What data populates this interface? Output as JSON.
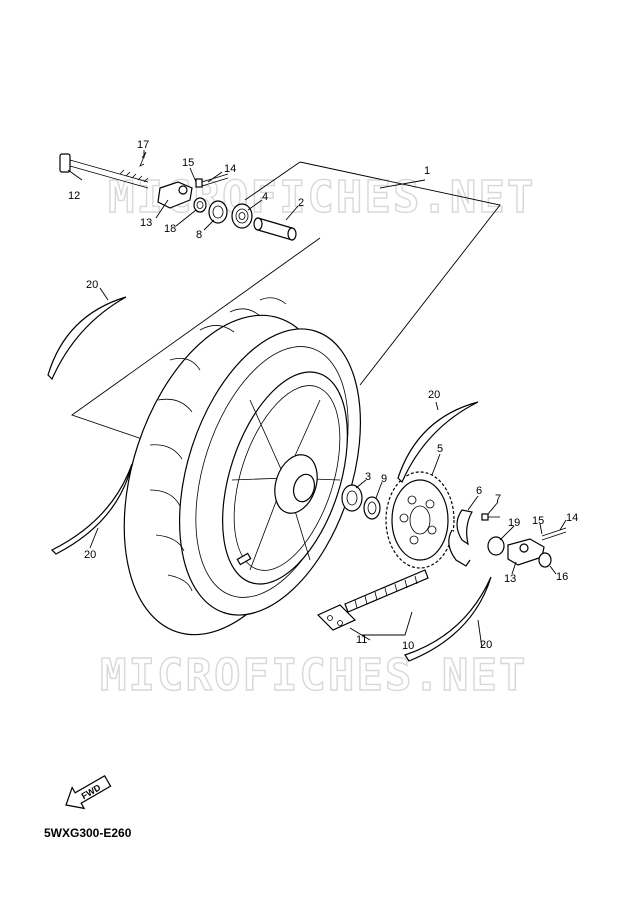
{
  "watermark": "MICROFICHES.NET",
  "diagram_code": "5WXG300-E260",
  "direction_label": "FWD",
  "callouts": {
    "c1": "1",
    "c2": "2",
    "c3": "3",
    "c4": "4",
    "c5": "5",
    "c6": "6",
    "c7": "7",
    "c8": "8",
    "c9": "9",
    "c10": "10",
    "c11": "11",
    "c12": "12",
    "c13a": "13",
    "c13b": "13",
    "c14a": "14",
    "c14b": "14",
    "c15a": "15",
    "c15b": "15",
    "c16": "16",
    "c17": "17",
    "c18": "18",
    "c19": "19",
    "c20a": "20",
    "c20b": "20",
    "c20c": "20",
    "c20d": "20"
  }
}
